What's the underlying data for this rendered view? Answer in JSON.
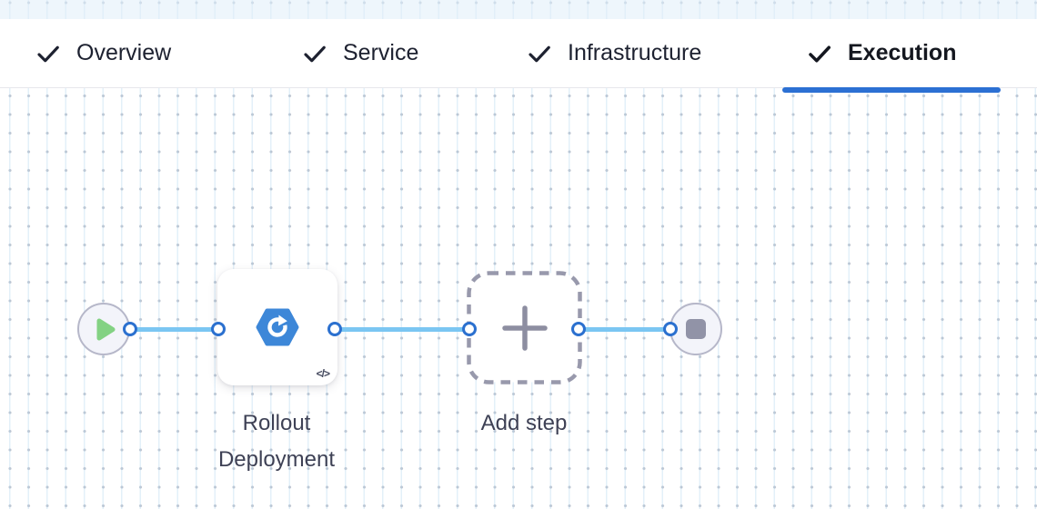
{
  "tabs": {
    "items": [
      {
        "label": "Overview",
        "checked": true,
        "active": false
      },
      {
        "label": "Service",
        "checked": true,
        "active": false
      },
      {
        "label": "Infrastructure",
        "checked": true,
        "active": false
      },
      {
        "label": "Execution",
        "checked": true,
        "active": true
      }
    ],
    "active_underline_color": "#2c70d3"
  },
  "canvas": {
    "nodes": [
      {
        "id": "start",
        "type": "start",
        "icon": "play-icon"
      },
      {
        "id": "rollout",
        "type": "step",
        "label": "Rollout Deployment",
        "icon": "rollout-deployment-icon",
        "badge_icon": "code-icon",
        "badge_glyph": "</>"
      },
      {
        "id": "add-step",
        "type": "add-step-placeholder",
        "label": "Add step",
        "icon": "plus-icon"
      },
      {
        "id": "end",
        "type": "end",
        "icon": "stop-icon"
      }
    ],
    "edges": [
      {
        "from": "start",
        "to": "rollout"
      },
      {
        "from": "rollout",
        "to": "add-step"
      },
      {
        "from": "add-step",
        "to": "end"
      }
    ],
    "colors": {
      "edge_line": "#7bc6f2",
      "edge_port_ring": "#2b70cf",
      "play_green": "#83d283",
      "rollout_icon_blue": "#3d87d8",
      "neutral_gray": "#8f90a3",
      "grid_dot": "#949eaf"
    }
  }
}
